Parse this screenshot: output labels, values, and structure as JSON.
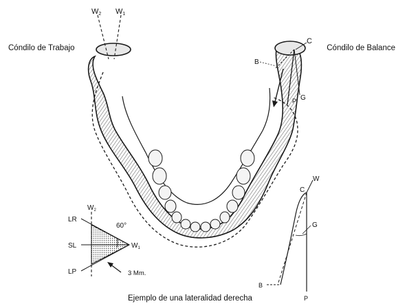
{
  "labels": {
    "left_condyle": "Cóndilo de Trabajo",
    "right_condyle": "Cóndilo de Balance",
    "caption": "Ejemplo de una lateralidad derecha"
  },
  "mandible_markers": {
    "w2": "W",
    "w2_sub": "2",
    "w1": "W",
    "w1_sub": "1",
    "c": "C",
    "b": "B",
    "g": "G",
    "p": "P"
  },
  "triangle_inset": {
    "w2": "W",
    "w2_sub": "2",
    "lr": "LR",
    "sl": "SL",
    "lp": "LP",
    "w1": "W",
    "w1_sub": "1",
    "angle": "60°",
    "distance": "3 Mm."
  },
  "balance_inset": {
    "c": "C",
    "w": "W",
    "g": "G",
    "b": "B",
    "p": "P"
  },
  "colors": {
    "ink": "#1a1a1a",
    "bone_shade": "#9a9a9a",
    "tooth_fill": "#f4f4f4",
    "triangle_fill": "#c8c8c8"
  }
}
